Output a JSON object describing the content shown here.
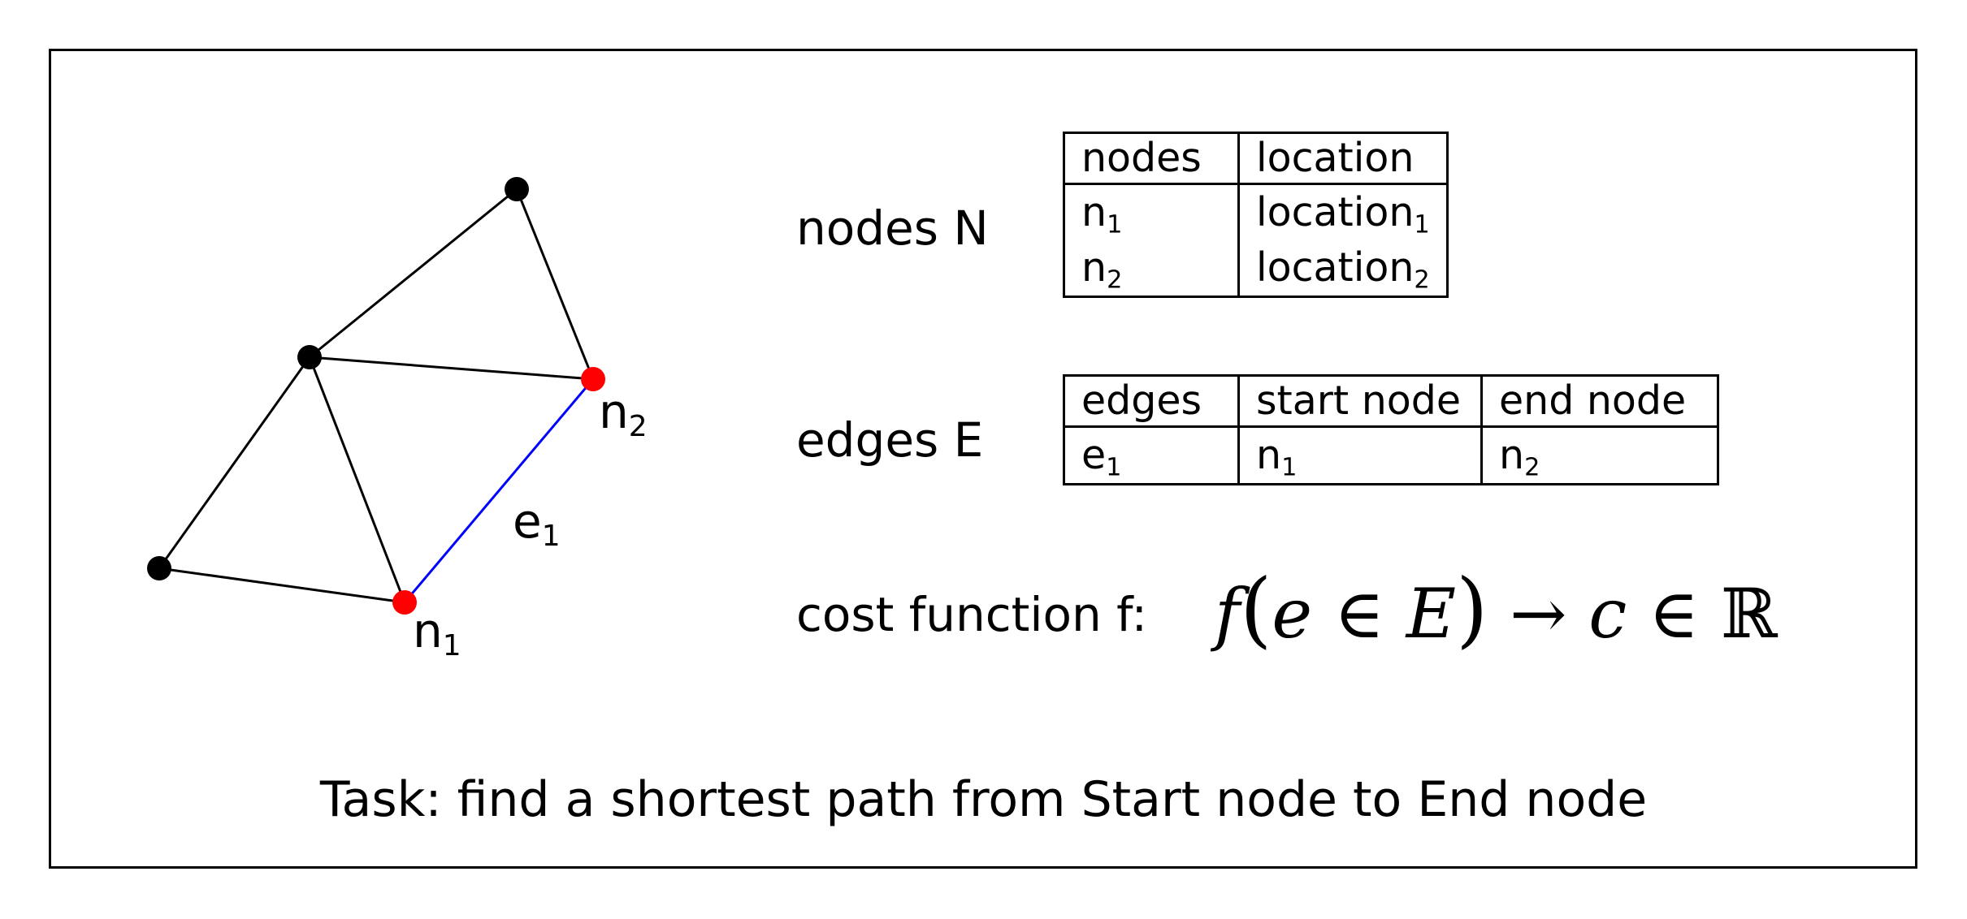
{
  "graph": {
    "nodes": [
      {
        "id": "top",
        "color": "#000000"
      },
      {
        "id": "mid",
        "color": "#000000"
      },
      {
        "id": "left",
        "color": "#000000"
      },
      {
        "id": "n1",
        "color": "#ff0000"
      },
      {
        "id": "n2",
        "color": "#ff0000"
      }
    ],
    "edges": [
      {
        "from": "top",
        "to": "mid",
        "color": "#000000"
      },
      {
        "from": "top",
        "to": "n2",
        "color": "#000000"
      },
      {
        "from": "mid",
        "to": "n2",
        "color": "#000000"
      },
      {
        "from": "mid",
        "to": "left",
        "color": "#000000"
      },
      {
        "from": "mid",
        "to": "n1",
        "color": "#000000"
      },
      {
        "from": "left",
        "to": "n1",
        "color": "#000000"
      },
      {
        "from": "n1",
        "to": "n2",
        "color": "#0000ff"
      }
    ],
    "labels": {
      "n1": {
        "base": "n",
        "sub": "1"
      },
      "n2": {
        "base": "n",
        "sub": "2"
      },
      "e1": {
        "base": "e",
        "sub": "1"
      }
    }
  },
  "nodes_section": {
    "label": "nodes N",
    "headers": [
      "nodes",
      "location"
    ],
    "rows": [
      [
        {
          "base": "n",
          "sub": "1"
        },
        {
          "base": "location",
          "sub": "1"
        }
      ],
      [
        {
          "base": "n",
          "sub": "2"
        },
        {
          "base": "location",
          "sub": "2"
        }
      ]
    ]
  },
  "edges_section": {
    "label": "edges E",
    "headers": [
      "edges",
      "start node",
      "end node"
    ],
    "rows": [
      [
        {
          "base": "e",
          "sub": "1"
        },
        {
          "base": "n",
          "sub": "1"
        },
        {
          "base": "n",
          "sub": "2"
        }
      ]
    ]
  },
  "cost_function": {
    "label": "cost function f:",
    "formula": {
      "f": "f",
      "open": "(",
      "e": "e",
      "in1": "∈",
      "E": "E",
      "close": ")",
      "arrow": "→",
      "c": "c",
      "in2": "∈",
      "R": "ℝ"
    }
  },
  "task": "Task: find a shortest path from Start node to End node"
}
